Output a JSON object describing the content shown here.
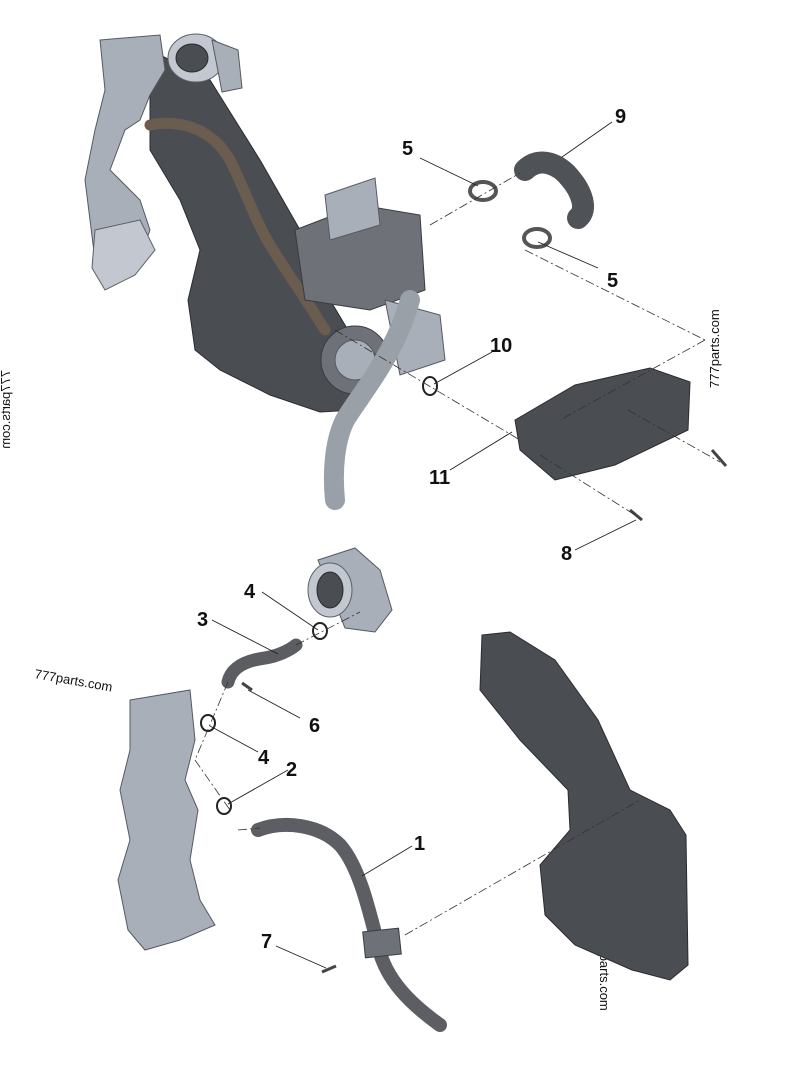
{
  "callouts": [
    "1",
    "2",
    "3",
    "4",
    "4",
    "5",
    "5",
    "6",
    "7",
    "8",
    "9",
    "10",
    "11"
  ],
  "watermark": "777parts.com",
  "colors": {
    "background": "#ffffff",
    "part_dark": "#4a4d52",
    "part_light": "#a9afb8",
    "text": "#111111"
  }
}
